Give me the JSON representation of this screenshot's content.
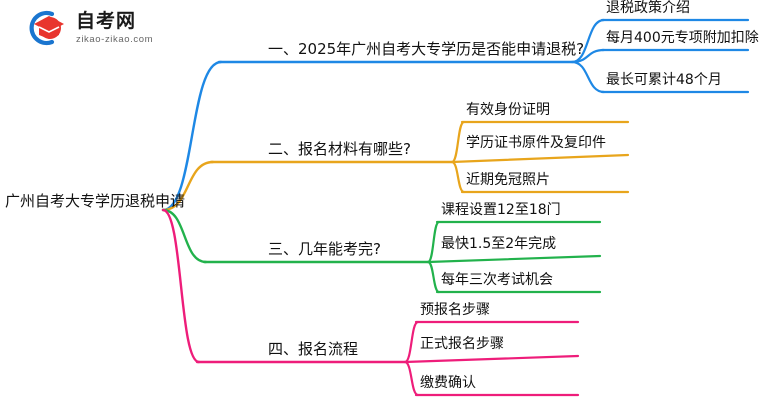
{
  "logo": {
    "mark_name": "graduation-cap-logo-icon",
    "title": "自考网",
    "subtitle": "zikao-zikao.com",
    "arc_color": "#1a75cf",
    "cap_color": "#e8352e"
  },
  "mindmap": {
    "root": {
      "label": "广州自考大专学历退税申请"
    },
    "branches": [
      {
        "label": "一、2025年广州自考大专学历是否能申请退税?",
        "color": "#1e88e5",
        "children": [
          {
            "label": "退税政策介绍"
          },
          {
            "label": "每月400元专项附加扣除"
          },
          {
            "label": "最长可累计48个月"
          }
        ]
      },
      {
        "label": "二、报名材料有哪些?",
        "color": "#e8a51c",
        "children": [
          {
            "label": "有效身份证明"
          },
          {
            "label": "学历证书原件及复印件"
          },
          {
            "label": "近期免冠照片"
          }
        ]
      },
      {
        "label": "三、几年能考完?",
        "color": "#22b24c",
        "children": [
          {
            "label": "课程设置12至18门"
          },
          {
            "label": "最快1.5至2年完成"
          },
          {
            "label": "每年三次考试机会"
          }
        ]
      },
      {
        "label": "四、报名流程",
        "color": "#ee1d7a",
        "children": [
          {
            "label": "预报名步骤"
          },
          {
            "label": "正式报名步骤"
          },
          {
            "label": "缴费确认"
          }
        ]
      }
    ]
  }
}
